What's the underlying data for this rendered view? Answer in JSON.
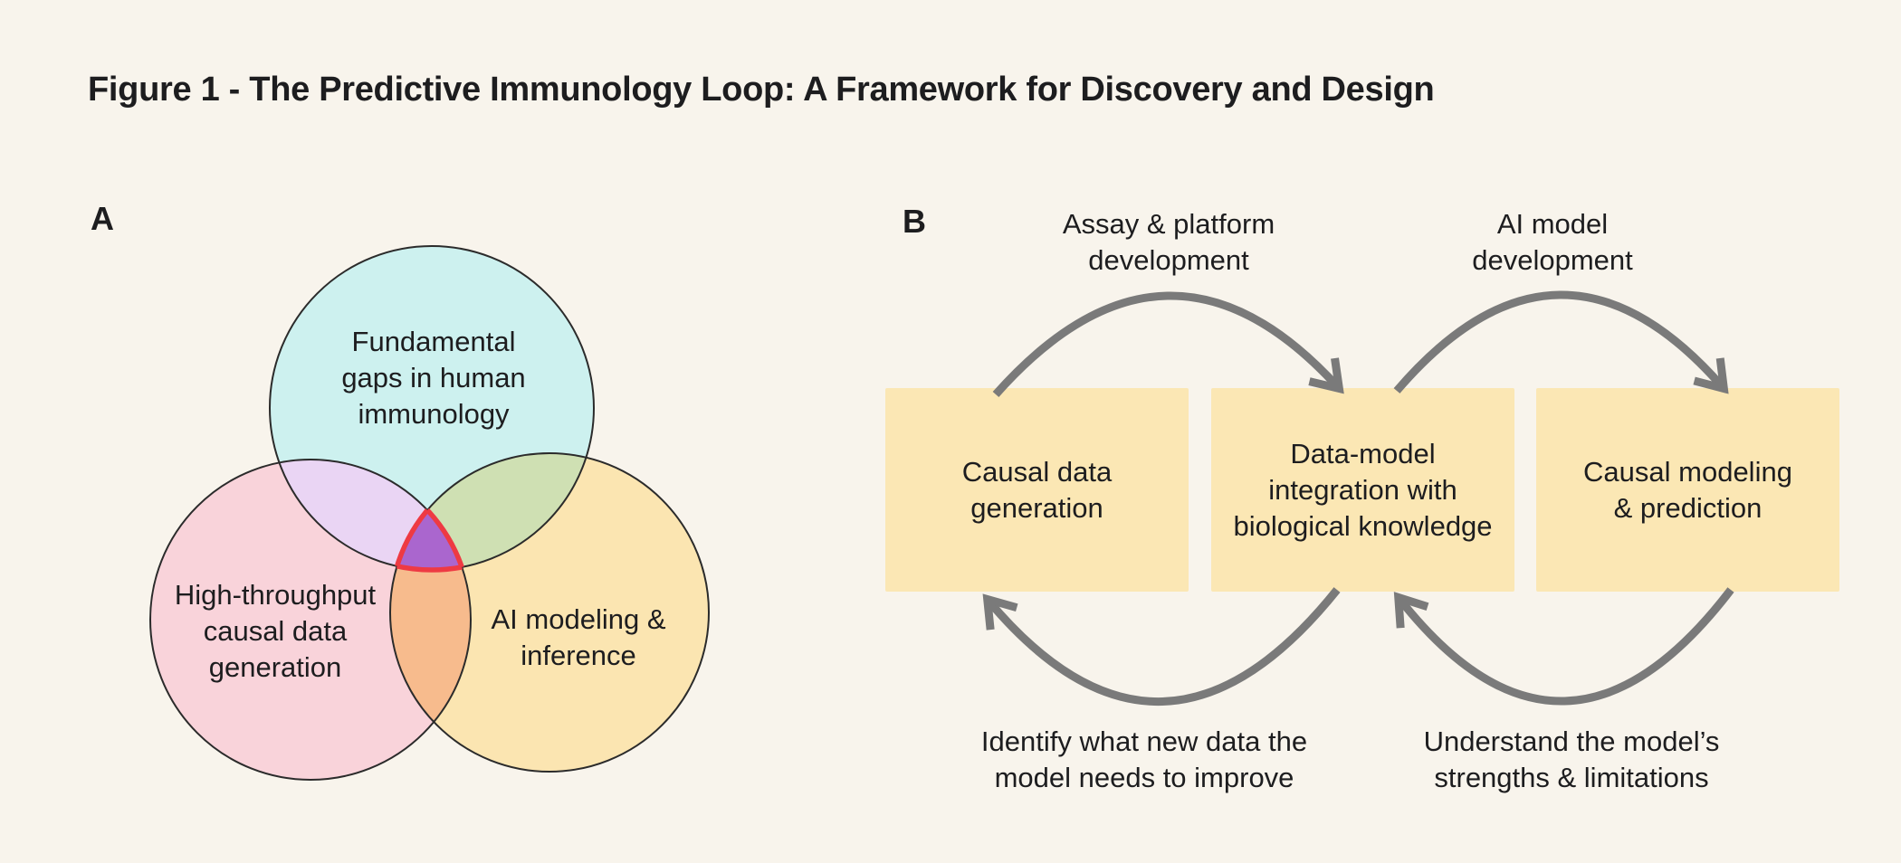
{
  "title": "Figure 1 - The Predictive Immunology Loop: A Framework for Discovery and Design",
  "colors": {
    "background": "#f8f4ec",
    "text": "#1d1d1f",
    "arrow": "#7a7a7a",
    "circle_outline": "#2b2b2b",
    "box_fill": "#fbe7b4"
  },
  "panel_a": {
    "label": "A",
    "venn": {
      "circles": [
        {
          "id": "fundamental-gaps",
          "label": "Fundamental\ngaps in human\nimmunology",
          "fill": "#cdf1ef"
        },
        {
          "id": "causal-data",
          "label": "High-throughput\ncausal data\ngeneration",
          "fill": "#f9d3da"
        },
        {
          "id": "ai-modeling",
          "label": "AI modeling &\ninference",
          "fill": "#fbe5b1"
        }
      ],
      "overlaps": {
        "gaps_and_data_fill": "#ead5f4",
        "gaps_and_ai_fill": "#cfe0b3",
        "data_and_ai_fill": "#f7bb8d",
        "center_fill": "#aa66ce",
        "center_stroke": "#ee3a43"
      }
    }
  },
  "panel_b": {
    "label": "B",
    "boxes": [
      {
        "id": "causal-data-generation",
        "label": "Causal data\ngeneration"
      },
      {
        "id": "data-model-integration",
        "label": "Data-model\nintegration with\nbiological knowledge"
      },
      {
        "id": "causal-modeling",
        "label": "Causal modeling\n& prediction"
      }
    ],
    "arrows": [
      {
        "id": "assay-platform",
        "label": "Assay & platform\ndevelopment"
      },
      {
        "id": "ai-model",
        "label": "AI model\ndevelopment"
      },
      {
        "id": "identify-new-data",
        "label": "Identify what new data the\nmodel needs to improve"
      },
      {
        "id": "understand-model",
        "label": "Understand the model’s\nstrengths & limitations"
      }
    ]
  }
}
